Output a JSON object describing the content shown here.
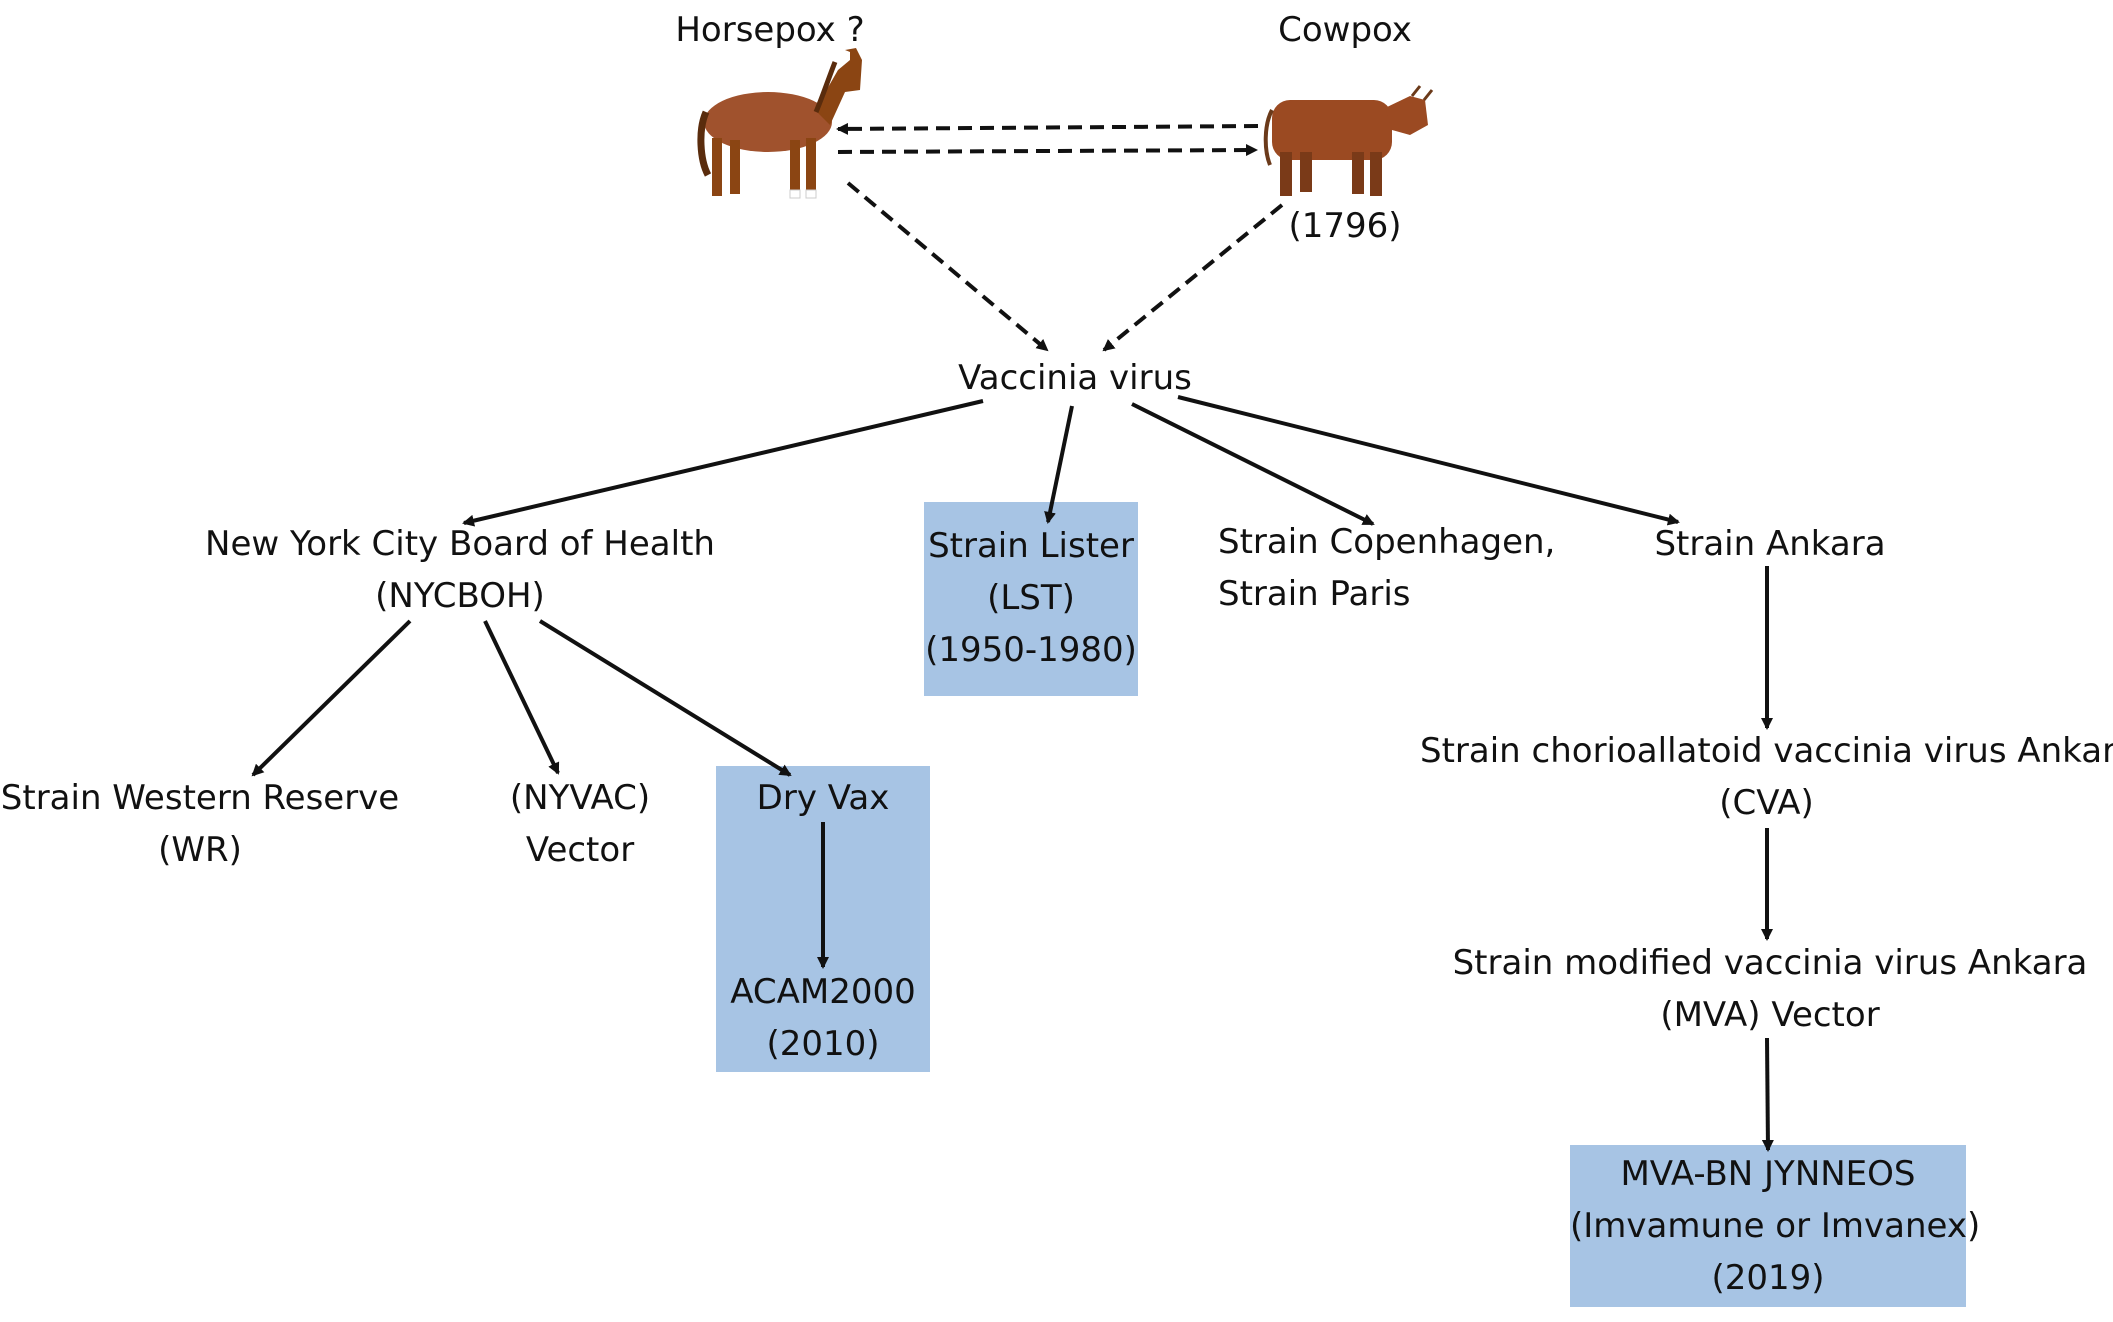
{
  "nodes": {
    "horsepox": {
      "label": "Horsepox ?"
    },
    "cowpox": {
      "label": "Cowpox",
      "year": "(1796)"
    },
    "vaccinia": {
      "label": "Vaccinia virus"
    },
    "nycboh": {
      "line1": "New York City Board of Health",
      "line2": "(NYCBOH)"
    },
    "lister": {
      "line1": "Strain Lister",
      "line2": "(LST)",
      "line3": "(1950-1980)"
    },
    "copenhagen": {
      "line1": "Strain Copenhagen,",
      "line2": "Strain Paris"
    },
    "ankara": {
      "label": "Strain Ankara"
    },
    "western_reserve": {
      "line1": "Strain Western Reserve",
      "line2": "(WR)"
    },
    "nyvac": {
      "line1": "(NYVAC)",
      "line2": "Vector"
    },
    "dryvax": {
      "label": "Dry Vax"
    },
    "acam2000": {
      "line1": "ACAM2000",
      "line2": "(2010)"
    },
    "cva": {
      "line1": "Strain chorioallatoid vaccinia virus Ankara",
      "line2": "(CVA)"
    },
    "mva": {
      "line1": "Strain modified vaccinia virus Ankara",
      "line2": "(MVA) Vector"
    },
    "jynneos": {
      "line1": "MVA-BN JYNNEOS",
      "line2": "(Imvamune or Imvanex)",
      "line3": "(2019)"
    }
  },
  "colors": {
    "highlight_box": "#a7c4e4",
    "arrow": "#111111",
    "horse_body": "#a0522d",
    "cow_body": "#9b4a22"
  },
  "icons": {
    "horse": "horse-icon",
    "cow": "cow-icon"
  }
}
